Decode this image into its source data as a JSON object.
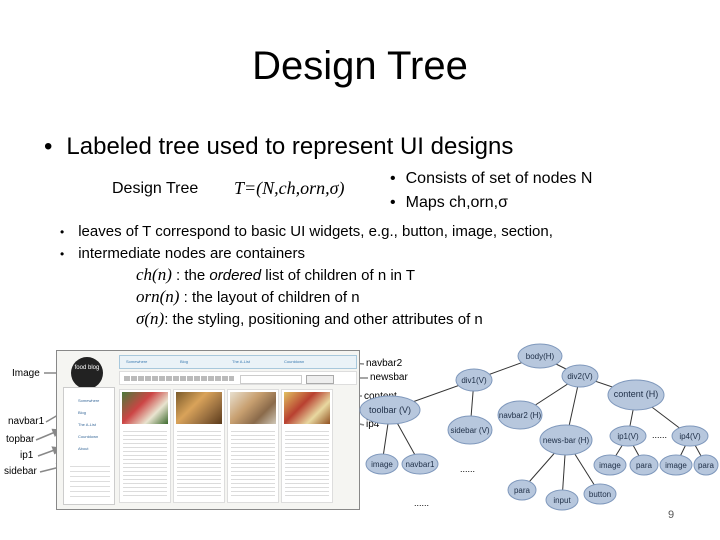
{
  "slide": {
    "title": "Design Tree",
    "bullet_main": "Labeled tree used to represent UI designs",
    "design_tree_label": "Design Tree",
    "design_tree_formula": "T=(N,ch,orn,σ)",
    "sub_bullets": [
      "Consists of set of nodes N",
      "Maps ch,orn,σ"
    ],
    "small_bullets": [
      "leaves of T correspond to basic UI widgets, e.g., button, image, section,",
      "intermediate nodes are containers"
    ],
    "defs": [
      {
        "math": "ch(n)",
        "pre": " : the ",
        "em": "ordered",
        "post": " list of children of n in T"
      },
      {
        "math": "orn(n)",
        "pre": " : the layout of children of n",
        "em": "",
        "post": ""
      },
      {
        "math": "σ(n)",
        "pre": ": the styling, positioning and other attributes of n",
        "em": "",
        "post": ""
      }
    ],
    "page_number": "9"
  },
  "screenshot_labels": {
    "left": [
      "Image",
      "navbar1",
      "topbar",
      "ip1",
      "sidebar"
    ],
    "right": [
      "navbar2",
      "newsbar",
      "content",
      "ip4"
    ]
  },
  "screenshot": {
    "logo_text": "food blog",
    "nav_items": [
      "Somewhere",
      "Blog",
      "The A-List",
      "Countdown"
    ],
    "side_items": [
      "Somewhere",
      "Blog",
      "The A-List",
      "Countdown",
      "About"
    ]
  },
  "tree": {
    "nodes": [
      "body(H)",
      "div1(V)",
      "div2(V)",
      "content (H)",
      "toolbar (V)",
      "sidebar (V)",
      "navbar2 (H)",
      "news-bar (H)",
      "ip1(V)",
      "ip4(V)",
      "image",
      "navbar1",
      "para",
      "input",
      "button",
      "image",
      "para",
      "image",
      "para"
    ],
    "ellipses": [
      "......",
      "......",
      "......"
    ]
  },
  "colors": {
    "node_fill": "#b7c7dd",
    "node_stroke": "#7f98bc",
    "arrow": "#888888"
  }
}
